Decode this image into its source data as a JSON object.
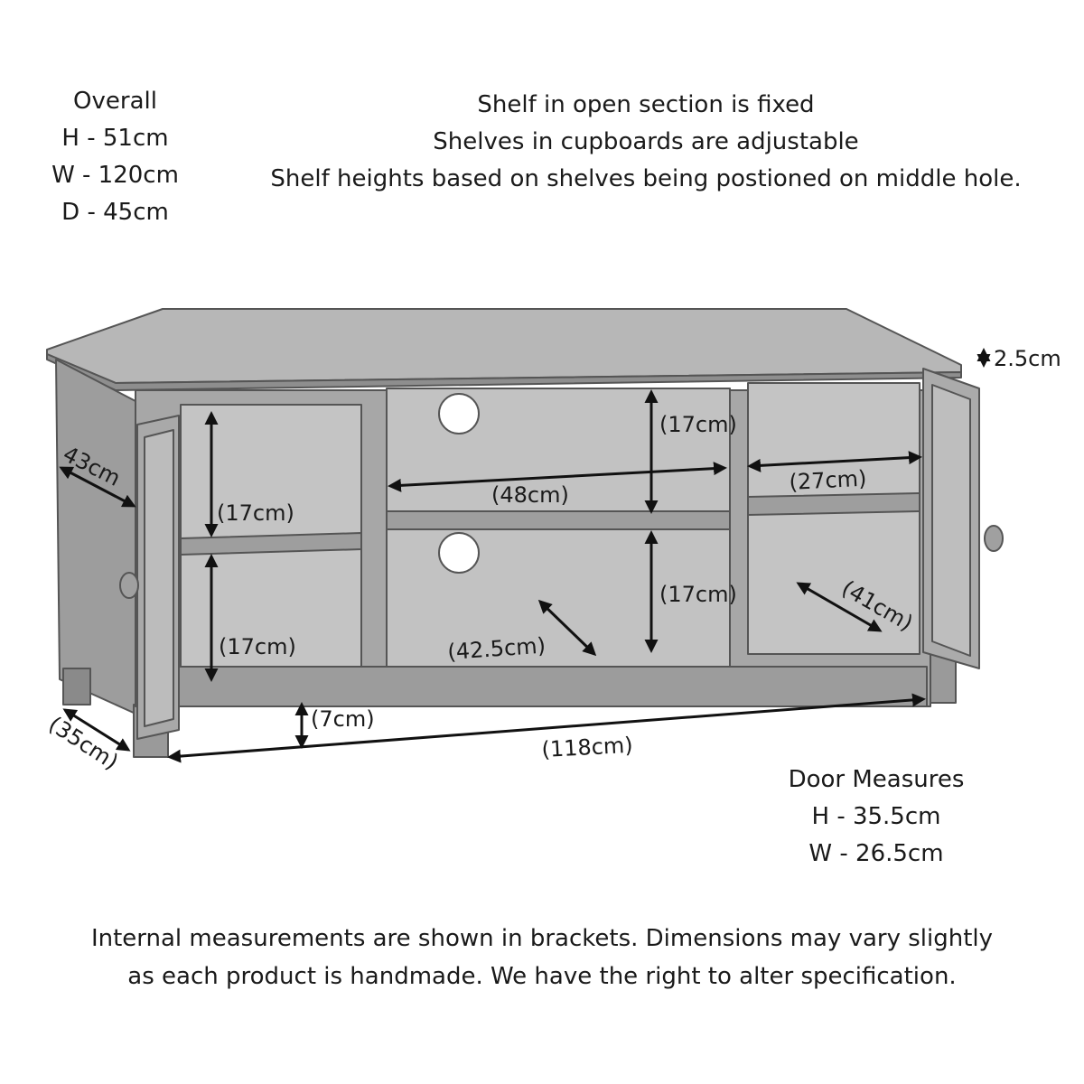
{
  "overall": {
    "heading": "Overall",
    "lines": [
      "H - 51cm",
      "W - 120cm",
      "D - 45cm"
    ]
  },
  "notes": [
    "Shelf in open section is fixed",
    "Shelves in cupboards are adjustable",
    "Shelf heights based on shelves being postioned on middle hole."
  ],
  "dimensions": {
    "top_thickness": "2.5cm",
    "top_depth": "43cm",
    "left_upper": "(17cm)",
    "left_lower": "(17cm)",
    "center_upper_height": "(17cm)",
    "center_width": "(48cm)",
    "center_lower_height": "(17cm)",
    "center_depth": "(42.5cm)",
    "right_width": "(27cm)",
    "right_depth": "(41cm)",
    "leg_height": "(7cm)",
    "base_width": "(118cm)",
    "base_depth": "(35cm)"
  },
  "door": {
    "heading": "Door Measures",
    "lines": [
      "H - 35.5cm",
      "W - 26.5cm"
    ]
  },
  "footer": [
    "Internal measurements are shown in brackets. Dimensions may vary slightly",
    "as each product is handmade. We have the right to alter specification."
  ]
}
